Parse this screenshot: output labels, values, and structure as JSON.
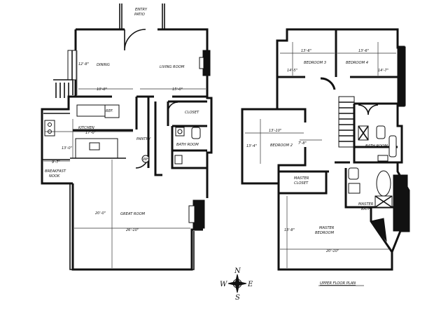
{
  "main_floor": {
    "rooms": {
      "entry": "ENTRY",
      "patio": "PATIO",
      "dining": "DINING",
      "living": "LIVING ROOM",
      "kitchen": "KITCHEN",
      "ref": "REF.",
      "closet": "CLOSET",
      "pantry": "PANTRY",
      "bath": "BATH ROOM",
      "wh": "WH",
      "breakfast1": "BREAKFAST",
      "breakfast2": "NOOK",
      "great": "GREAT ROOM"
    },
    "dims": {
      "dining_h": "12'-8\"",
      "dining_w": "10'-8\"",
      "living_w": "15'-0\"",
      "kitchen_w": "17'-0\"",
      "kitchen_h": "13'-0\"",
      "breakfast_w": "9'-7\"",
      "great_h": "20'-0\"",
      "great_w": "26'-10\""
    }
  },
  "upper_floor": {
    "rooms": {
      "bedroom3": "BEDROOM 3",
      "bedroom4": "BEDROOM 4",
      "bedroom2": "BEDROOM 2",
      "bath": "BATH ROOM",
      "master_closet1": "MASTER",
      "master_closet2": "CLOSET",
      "master_bath1": "MASTER",
      "master_bath2": "BATH",
      "master_bed1": "MASTER",
      "master_bed2": "BEDROOM"
    },
    "dims": {
      "bed3_w": "13'-6\"",
      "bed3_h": "14'-5\"",
      "bed4_w": "13'-6\"",
      "bed4_h": "14'-7\"",
      "bed2_w": "13'-10\"",
      "bed2_h": "13'-4\"",
      "hall_w": "7'-8\"",
      "master_h": "13'-8\"",
      "master_w": "20'-10\""
    },
    "title": "UPPER FLOOR PLAN"
  },
  "compass": {
    "n": "N",
    "s": "S",
    "e": "E",
    "w": "W"
  }
}
